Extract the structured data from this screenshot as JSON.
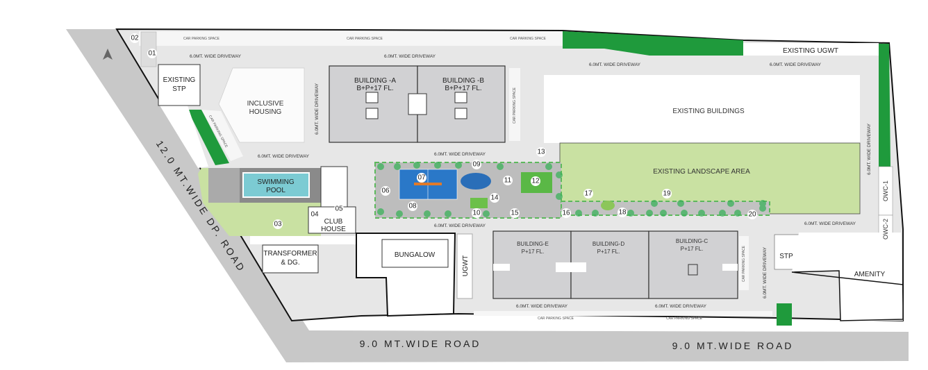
{
  "roads": {
    "dp_road": "12.0 MT.WIDE DP. ROAD",
    "south_road_left": "9.0 MT.WIDE ROAD",
    "south_road_right": "9.0 MT.WIDE ROAD"
  },
  "buildings": {
    "a": {
      "name": "BUILDING -A",
      "floors": "B+P+17 FL."
    },
    "b": {
      "name": "BUILDING -B",
      "floors": "B+P+17 FL."
    },
    "c": {
      "name": "BUILDING-C",
      "floors": "P+17 FL."
    },
    "d": {
      "name": "BUILDING-D",
      "floors": "P+17 FL."
    },
    "e": {
      "name": "BUILDING-E",
      "floors": "P+17 FL."
    }
  },
  "areas": {
    "existing_stp_1": "EXISTING",
    "existing_stp_2": "STP",
    "inclusive_1": "INCLUSIVE",
    "inclusive_2": "HOUSING",
    "pool_1": "SWIMMING",
    "pool_2": "POOL",
    "club_1": "CLUB",
    "club_2": "HOUSE",
    "transformer_1": "TRANSFORMER",
    "transformer_2": "& DG.",
    "bungalow": "BUNGALOW",
    "ugwt": "UGWT",
    "existing_buildings": "EXISTING BUILDINGS",
    "existing_landscape": "EXISTING LANDSCAPE AREA",
    "existing_ugwt": "EXISTING UGWT",
    "owc1": "OWC-1",
    "owc2": "OWC-2",
    "stp": "STP",
    "amenity": "AMENITY"
  },
  "driveway_label": "6.0MT. WIDE DRIVEWAY",
  "parking_label": "CAR PARKING SPACE",
  "markers": [
    "01",
    "02",
    "03",
    "04",
    "05",
    "06",
    "07",
    "08",
    "09",
    "10",
    "11",
    "12",
    "13",
    "14",
    "15",
    "16",
    "17",
    "18",
    "19",
    "20"
  ],
  "colors": {
    "road": "#c8c8c8",
    "driveway": "#e7e7e7",
    "building": "#d1d1d3",
    "dark_green": "#1f9a3c",
    "lawn": "#c9e1a2",
    "pool": "#7ccbd3",
    "court": "#2a78c8"
  }
}
